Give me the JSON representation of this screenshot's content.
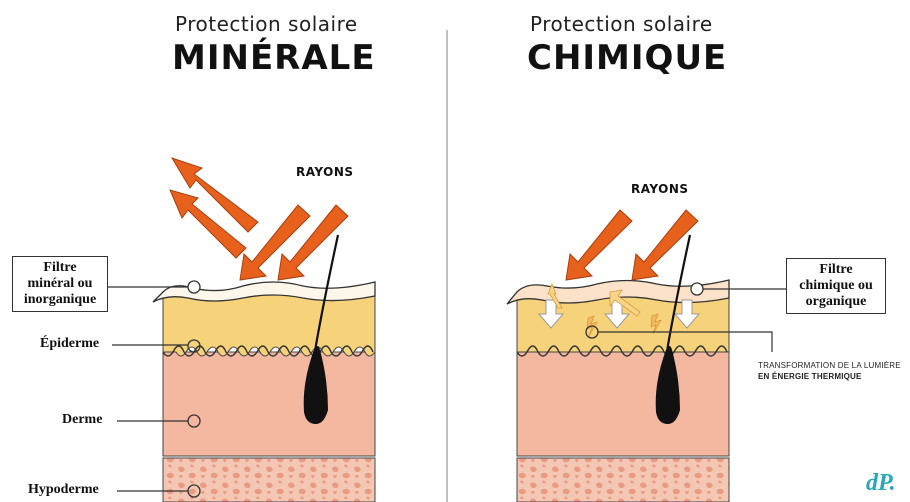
{
  "left": {
    "title_small": "Protection solaire",
    "title_big": "MINÉRALE",
    "rays_label": "RAYONS",
    "filter_label_line1": "Filtre",
    "filter_label_line2": "minéral ou",
    "filter_label_line3": "inorganique",
    "epiderme_label": "Épiderme",
    "derme_label": "Derme",
    "hypoderme_label": "Hypoderme"
  },
  "right": {
    "title_small": "Protection solaire",
    "title_big": "CHIMIQUE",
    "rays_label": "RAYONS",
    "filter_label_line1": "Filtre",
    "filter_label_line2": "chimique ou",
    "filter_label_line3": "organique",
    "transformation_line1": "TRANSFORMATION DE LA LUMIÈRE",
    "transformation_line2": "EN ÉNERGIE THERMIQUE"
  },
  "logo": "dP.",
  "colors": {
    "arrow_orange": "#e8611c",
    "epidermis_yellow": "#f6d27a",
    "dermis_pink": "#f4b7a0",
    "hypodermis": "#f2c3b0",
    "hypodermis_dots": "#e99a80",
    "logo_teal": "#2aa7b5"
  }
}
